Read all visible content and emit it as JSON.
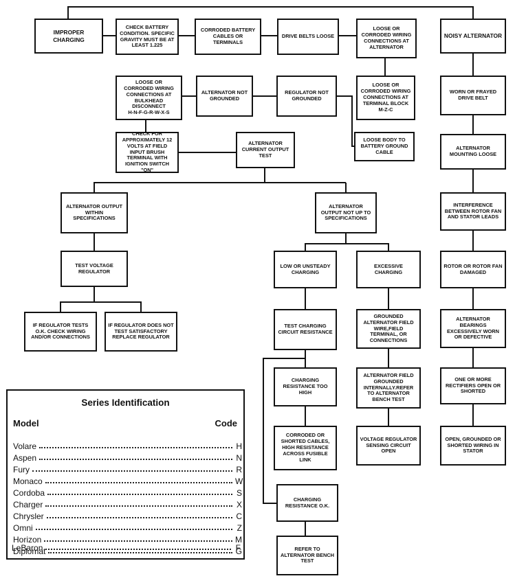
{
  "boxes": {
    "improper": "IMPROPER CHARGING",
    "check_battery": "CHECK BATTERY CONDITION. SPECIFIC GRAVITY MUST BE AT LEAST 1.225",
    "corroded_battery": "CORRODED BATTERY CABLES OR TERMINALS",
    "drive_belts": "DRIVE BELTS LOOSE",
    "loose_wiring_alt": "LOOSE OR CORRODED WIRING CONNECTIONS AT ALTERNATOR",
    "noisy": "NOISY ALTERNATOR",
    "loose_wiring_bulkhead": "LOOSE OR\nCORRODED WIRING\nCONNECTIONS AT\nBULKHEAD\nDISCONNECT\nH-N-F-G-R-W-X-S",
    "alt_not_grounded": "ALTERNATOR NOT GROUNDED",
    "reg_not_grounded": "REGULATOR NOT GROUNDED",
    "loose_wiring_terminal": "LOOSE OR CORRODED WIRING CONNECTIONS AT TERMINAL BLOCK M-Z-C",
    "worn_belt": "WORN OR FRAYED DRIVE BELT",
    "check_12v": "CHECK FOR APPROXIMATELY 12 VOLTS AT FIELD INPUT BRUSH TERMINAL WITH IGNITION SWITCH \"ON\"",
    "current_test": "ALTERNATOR CURRENT OUTPUT TEST",
    "loose_body": "LOOSE BODY TO BATTERY GROUND CABLE",
    "mounting_loose": "ALTERNATOR MOUNTING LOOSE",
    "within_spec": "ALTERNATOR OUTPUT WITHIN SPECIFICATIONS",
    "not_up": "ALTERNATOR OUTPUT NOT UP TO SPECIFICATIONS",
    "interference": "INTERFERENCE BETWEEN ROTOR FAN AND STATOR LEADS",
    "test_regulator": "TEST VOLTAGE REGULATOR",
    "low_unsteady": "LOW OR UNSTEADY CHARGING",
    "excessive": "EXCESSIVE CHARGING",
    "rotor_damaged": "ROTOR OR ROTOR FAN DAMAGED",
    "reg_ok": "IF REGULATOR TESTS O.K. CHECK WIRING AND/OR CONNECTIONS",
    "reg_not_ok": "IF REGULATOR DOES NOT TEST SATISFACTORY REPLACE REGULATOR",
    "test_resistance": "TEST CHARGING CIRCUIT RESISTANCE",
    "grounded_field_wire": "GROUNDED ALTERNATOR FIELD WIRE,FIELD TERMINAL, OR CONNECTIONS",
    "bearings": "ALTERNATOR BEARINGS EXCESSIVELY WORN OR DEFECTIVE",
    "resistance_high": "CHARGING RESISTANCE TOO HIGH",
    "field_grounded_internal": "ALTERNATOR FIELD GROUNDED INTERNALLY.REFER TO ALTERNATOR BENCH TEST",
    "rectifiers": "ONE OR MORE RECTIFIERS OPEN OR SHORTED",
    "corroded_cables": "CORRODED OR SHORTED CABLES, HIGH RESISTANCE ACROSS FUSIBLE LINK",
    "vr_sensing": "VOLTAGE REGULATOR SENSING CIRCUIT OPEN",
    "stator": "OPEN, GROUNDED OR SHORTED WIRING IN STATOR",
    "resistance_ok": "CHARGING RESISTANCE O.K.",
    "bench_test": "REFER TO ALTERNATOR BENCH TEST"
  },
  "legend": {
    "title": "Series Identification",
    "model_header": "Model",
    "code_header": "Code",
    "rows": [
      {
        "model": "Volare",
        "code": "H"
      },
      {
        "model": "Aspen",
        "code": "N"
      },
      {
        "model": "Fury",
        "code": "R"
      },
      {
        "model": "Monaco",
        "code": "W"
      },
      {
        "model": "Cordoba",
        "code": "S"
      },
      {
        "model": "Charger",
        "code": "X"
      },
      {
        "model": "Chrysler",
        "code": "C"
      },
      {
        "model": "Omni",
        "code": "Z"
      },
      {
        "model": "Horizon",
        "code": "M"
      },
      {
        "model": "Diplomat",
        "code": "G"
      },
      {
        "model": "LeBaron",
        "code": "F"
      }
    ]
  }
}
